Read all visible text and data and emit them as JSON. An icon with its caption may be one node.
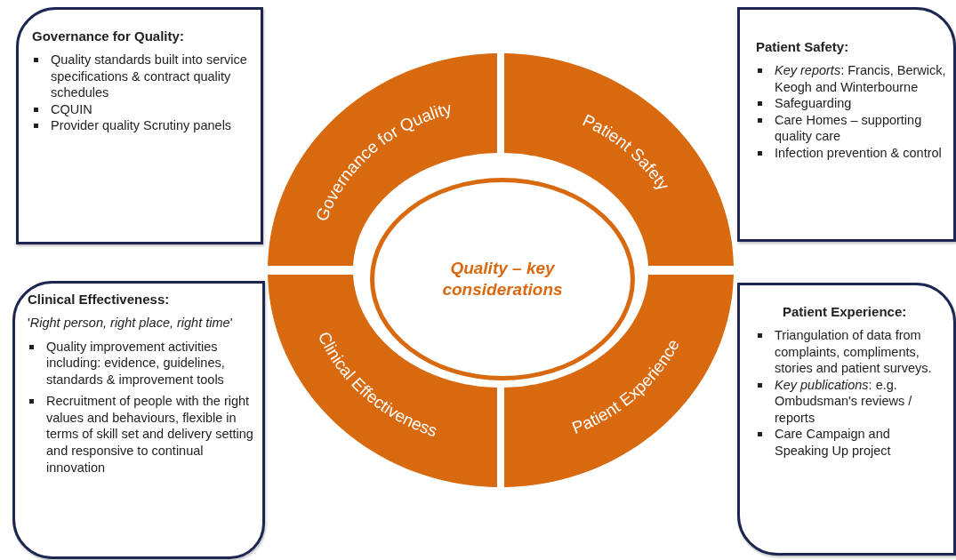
{
  "diagram": {
    "nodes": [
      {
        "text": [
          "**Governance for Quality**:",
          "Quality standards built into service specifications & contract quality schedules",
          "CQUIN",
          "Provider quality Scrutiny panels"
        ]
      },
      {
        "text": [
          "Patient Safety:",
          "*Key reports*: Francis, Berwick, Keogh and Winterbourne",
          "Safeguarding",
          "Care Homes – supporting quality care",
          "Infection prevention & control"
        ]
      },
      {
        "text": [
          "Clinical Effectiveness:",
          "'*Right person, right place, right time*'",
          "Quality improvement activities including: evidence, guidelines, standards & improvement tools",
          "Recruitment of people with the right values and behaviours, flexible in terms of skill set and delivery setting and responsive to continual innovation"
        ]
      },
      {
        "text": [
          "Patient Experience:",
          "Triangulation of data from complaints, compliments, stories and patient surveys.",
          "*Key publications*: e.g. Ombudsman's reviews / reports",
          "Care Campaign and Speaking Up project"
        ]
      },
      {
        "text": [
          "Governance for Quality"
        ]
      },
      {
        "text": [
          "Patient Safety"
        ]
      },
      {
        "text": [
          "Clinical Effectiveness"
        ]
      },
      {
        "text": [
          "Patient Experience"
        ]
      },
      {
        "text": [
          "Quality – key considerations"
        ]
      }
    ]
  }
}
